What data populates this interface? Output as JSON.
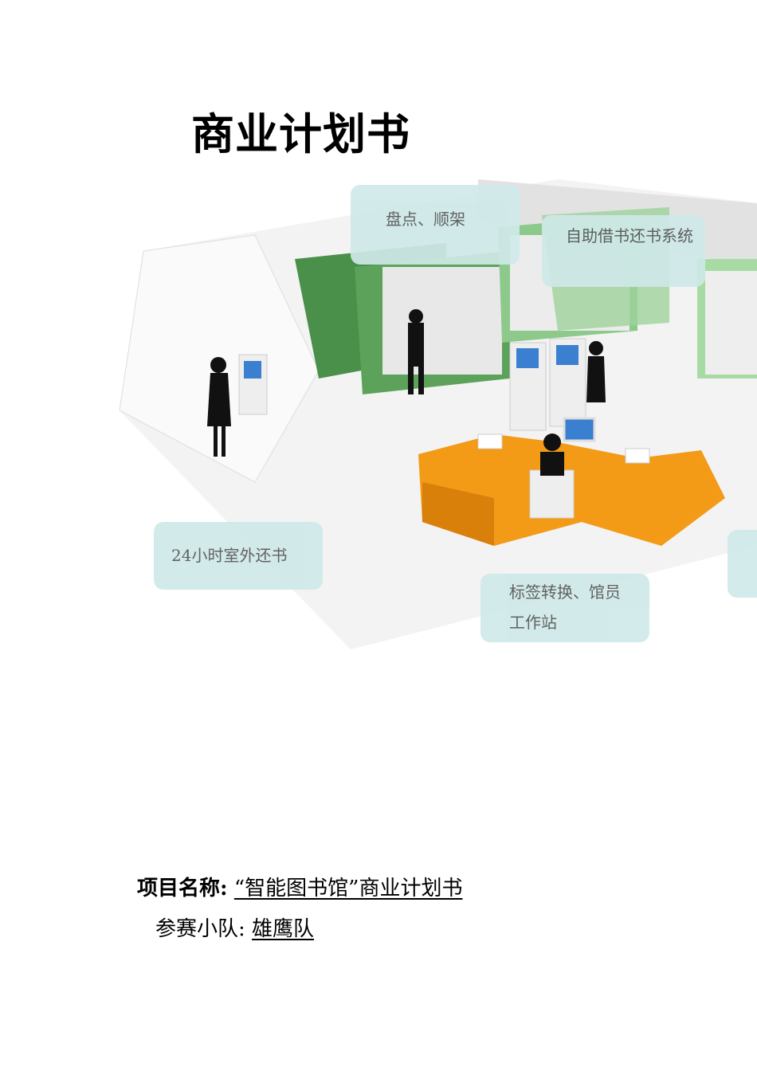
{
  "document": {
    "title": "商业计划书",
    "illustration": {
      "callouts": {
        "inventory": "盘点、顺架",
        "self_service": "自助借书还书系统",
        "outdoor_return": "24小时室外还书",
        "workstation": "标签转换、馆员工作站"
      }
    },
    "project_label": "项目名称:",
    "project_value": "“智能图书馆”商业计划书",
    "team_label": "参赛小队:",
    "team_value": "雄鹰队"
  }
}
